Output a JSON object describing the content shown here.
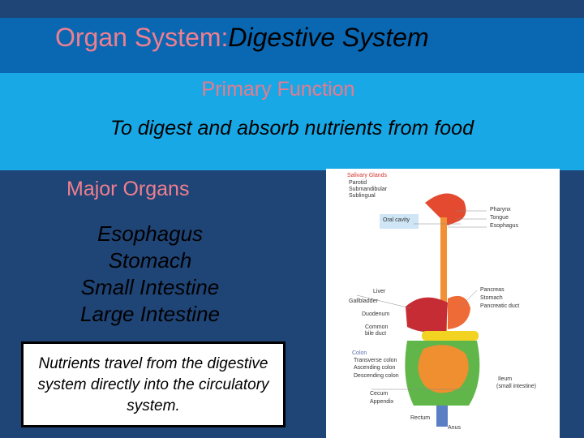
{
  "title": {
    "prefix": "Organ System:",
    "name": "Digestive System"
  },
  "function": {
    "heading": "Primary Function",
    "text": "To digest and absorb nutrients from food"
  },
  "organs": {
    "heading": "Major Organs",
    "items": [
      "Esophagus",
      "Stomach",
      "Small Intestine",
      "Large Intestine"
    ]
  },
  "note": "Nutrients travel from the digestive system directly into the circulatory system.",
  "diagram": {
    "salivary_heading": "Salivary Glands",
    "salivary": [
      "Parotid",
      "Submandibular",
      "Sublingual"
    ],
    "oral_cavity": "Oral cavity",
    "right_top": [
      "Pharynx",
      "Tongue",
      "Esophagus"
    ],
    "left_mid": [
      "Liver",
      "Gallbladder",
      "Duodenum",
      "Common bile duct"
    ],
    "right_mid": [
      "Pancreas",
      "Stomach",
      "Pancreatic duct"
    ],
    "colon_heading": "Colon",
    "colon": [
      "Transverse colon",
      "Ascending colon",
      "Descending colon"
    ],
    "ileum": "Ileum",
    "ileum_note": "(small intestine)",
    "bottom": [
      "Cecum",
      "Appendix",
      "Rectum",
      "Anus"
    ]
  },
  "colors": {
    "background": "#1f4476",
    "title_bar": "#0a67b2",
    "function_band": "#18a8e6",
    "accent_pink": "#f07f8f"
  }
}
